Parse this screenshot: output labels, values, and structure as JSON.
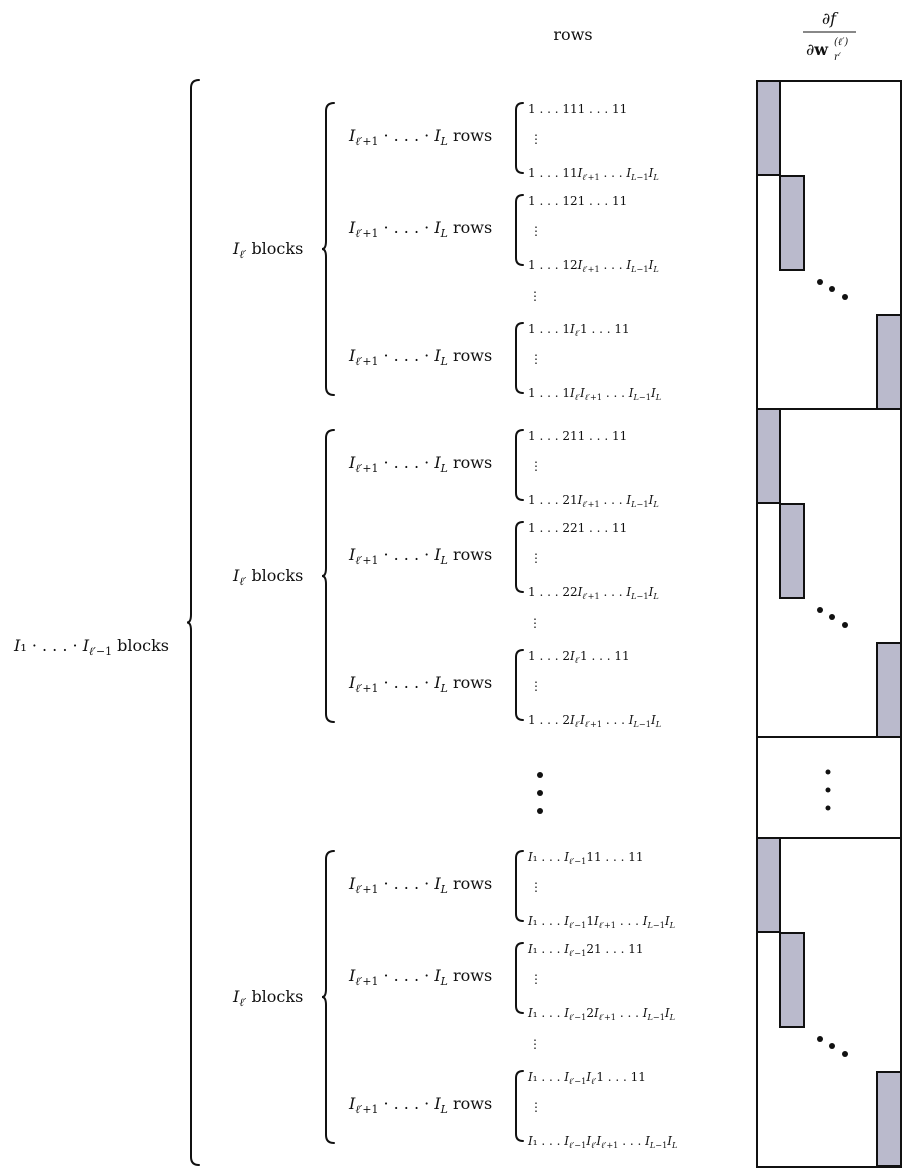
{
  "header": {
    "rows_label": "rows",
    "deriv_num": "∂f",
    "deriv_den": "∂w",
    "deriv_sup": "(ℓ′)",
    "deriv_sub": "r′"
  },
  "outer_label": "I₁ · . . . · I_{ℓ′−1} blocks",
  "block_label": "I_ℓ′ blocks",
  "sub_label": "I_{ℓ′+1} · . . . · I_L rows",
  "vdots": "⋮",
  "groups": [
    {
      "subs": [
        {
          "first": "1 . . . 111 . . . 11",
          "last": "1 . . . 11I_{ℓ′+1} . . . I_{L−1}I_L"
        },
        {
          "first": "1 . . . 121 . . . 11",
          "last": "1 . . . 12I_{ℓ′+1} . . . I_{L−1}I_L"
        },
        {
          "first": "1 . . . 1I_ℓ′1 . . . 11",
          "last": "1 . . . 1I_ℓ′I_{ℓ′+1} . . . I_{L−1}I_L"
        }
      ]
    },
    {
      "subs": [
        {
          "first": "1 . . . 211 . . . 11",
          "last": "1 . . . 21I_{ℓ′+1} . . . I_{L−1}I_L"
        },
        {
          "first": "1 . . . 221 . . . 11",
          "last": "1 . . . 22I_{ℓ′+1} . . . I_{L−1}I_L"
        },
        {
          "first": "1 . . . 2I_ℓ′1 . . . 11",
          "last": "1 . . . 2I_ℓ′I_{ℓ′+1} . . . I_{L−1}I_L"
        }
      ]
    },
    {
      "subs": [
        {
          "first": "I₁ . . . I_{ℓ′−1}11 . . . 11",
          "last": "I₁ . . . I_{ℓ′−1}1I_{ℓ′+1} . . . I_{L−1}I_L"
        },
        {
          "first": "I₁ . . . I_{ℓ′−1}21 . . . 11",
          "last": "I₁ . . . I_{ℓ′−1}2I_{ℓ′+1} . . . I_{L−1}I_L"
        },
        {
          "first": "I₁ . . . I_{ℓ′−1}I_ℓ′1 . . . 11",
          "last": "I₁ . . . I_{ℓ′−1}I_ℓ′I_{ℓ′+1} . . . I_{L−1}I_L"
        }
      ]
    }
  ],
  "colors": {
    "block_fill": "#babacc",
    "stroke": "#111111"
  }
}
